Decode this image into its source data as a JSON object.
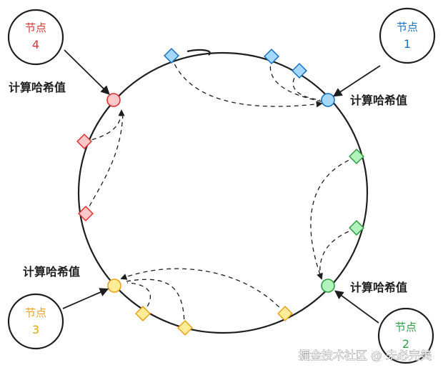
{
  "diagram": {
    "nodes": [
      {
        "id": "4",
        "title": "节点",
        "number": "4",
        "color": "#e03131"
      },
      {
        "id": "1",
        "title": "节点",
        "number": "1",
        "color": "#1971c2"
      },
      {
        "id": "3",
        "title": "节点",
        "number": "3",
        "color": "#e8a317"
      },
      {
        "id": "2",
        "title": "节点",
        "number": "2",
        "color": "#2f9e44"
      }
    ],
    "hash_labels": {
      "node4": "计算哈希值",
      "node1": "计算哈希值",
      "node3": "计算哈希值",
      "node2": "计算哈希值"
    },
    "point_colors": {
      "red_fill": "#ffc9c9",
      "red_stroke": "#e03131",
      "blue_fill": "#a5d8ff",
      "blue_stroke": "#1971c2",
      "green_fill": "#b2f2bb",
      "green_stroke": "#2f9e44",
      "yellow_fill": "#ffec99",
      "yellow_stroke": "#e8a317"
    },
    "watermark": "掘金技术社区 @ 未必完美"
  }
}
